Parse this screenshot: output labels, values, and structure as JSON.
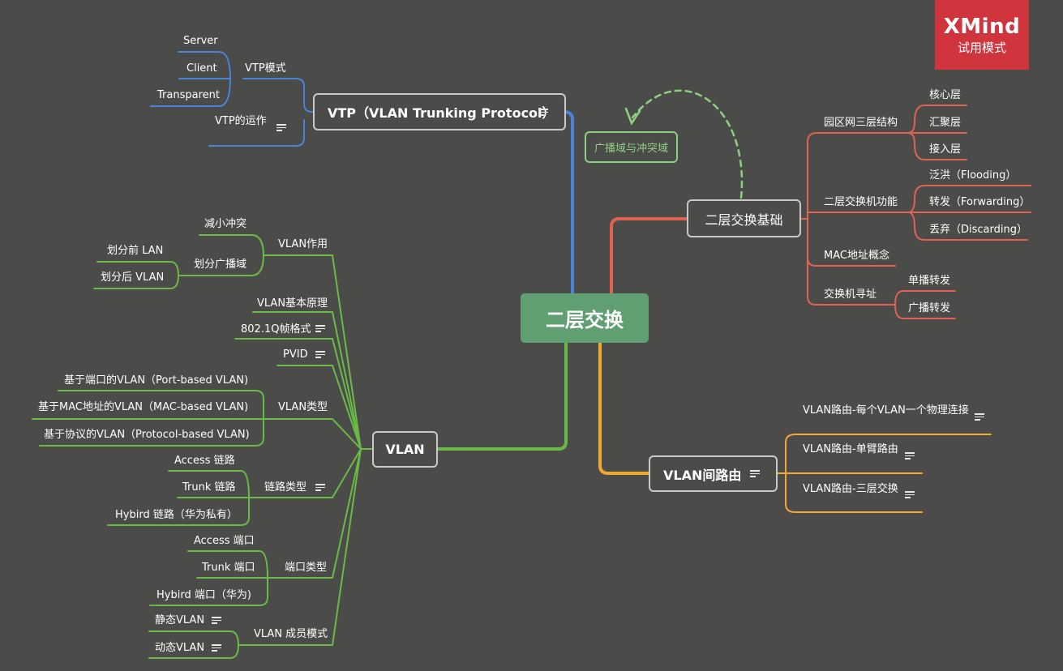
{
  "central": "二层交换",
  "badge": {
    "brand": "XMind",
    "sub": "试用模式"
  },
  "floating": "广播域与冲突域",
  "vtp": {
    "title": "VTP（VLAN Trunking Protocol）",
    "mode": {
      "label": "VTP模式",
      "children": [
        "Server",
        "Client",
        "Transparent"
      ]
    },
    "operation": "VTP的运作"
  },
  "l2basics": {
    "title": "二层交换基础",
    "campus": {
      "label": "园区网三层结构",
      "children": [
        "核心层",
        "汇聚层",
        "接入层"
      ]
    },
    "functions": {
      "label": "二层交换机功能",
      "children": [
        "泛洪（Flooding）",
        "转发（Forwarding）",
        "丢弃（Discarding）"
      ]
    },
    "mac": "MAC地址概念",
    "addressing": {
      "label": "交换机寻址",
      "children": [
        "单播转发",
        "广播转发"
      ]
    }
  },
  "routing": {
    "title": "VLAN间路由",
    "children": [
      "VLAN路由-每个VLAN一个物理连接",
      "VLAN路由-单臂路由",
      "VLAN路由-三层交换"
    ]
  },
  "vlan": {
    "title": "VLAN",
    "role": {
      "label": "VLAN作用",
      "reduce": "减小冲突",
      "bcast": "划分广播域",
      "before": "划分前 LAN",
      "after": "划分后 VLAN"
    },
    "principle": "VLAN基本原理",
    "dot1q": "802.1Q帧格式",
    "pvid": "PVID",
    "types": {
      "label": "VLAN类型",
      "children": [
        "基于端口的VLAN（Port-based VLAN)",
        "基于MAC地址的VLAN（MAC-based VLAN)",
        "基于协议的VLAN（Protocol-based VLAN)"
      ]
    },
    "links": {
      "label": "链路类型",
      "children": [
        "Access 链路",
        "Trunk 链路",
        "Hybird 链路（华为私有）"
      ]
    },
    "ports": {
      "label": "端口类型",
      "children": [
        "Access 端口",
        "Trunk 端口",
        "Hybird 端口（华为)"
      ]
    },
    "membership": {
      "label": "VLAN 成员模式",
      "children": [
        "静态VLAN",
        "动态VLAN"
      ]
    }
  }
}
